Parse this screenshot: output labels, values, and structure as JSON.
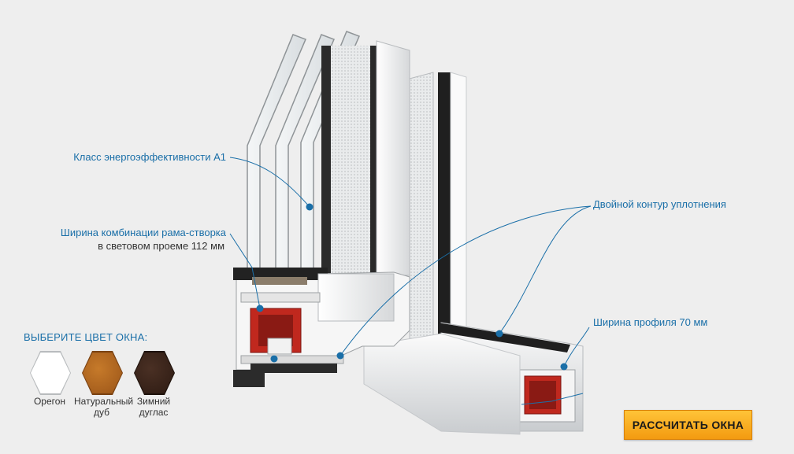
{
  "callouts": {
    "energy_class": "Класс энергоэффективности А1",
    "combo_width_line1": "Ширина комбинации рама-створка",
    "combo_width_line2": "в световом проеме 112 мм",
    "double_seal": "Двойной контур уплотнения",
    "profile_width": "Ширина профиля 70 мм"
  },
  "color_picker": {
    "title": "ВЫБЕРИТЕ ЦВЕТ ОКНА:",
    "options": [
      {
        "name_line1": "Орегон",
        "name_line2": "",
        "color": "#ffffff"
      },
      {
        "name_line1": "Натуральный",
        "name_line2": "дуб",
        "color": "#b0641c"
      },
      {
        "name_line1": "Зимний",
        "name_line2": "дуглас",
        "color": "#3a2418"
      }
    ]
  },
  "cta": {
    "label": "РАССЧИТАТЬ ОКНА"
  },
  "colors": {
    "accent_blue": "#1a6fa8",
    "button_orange": "#f7a823"
  }
}
